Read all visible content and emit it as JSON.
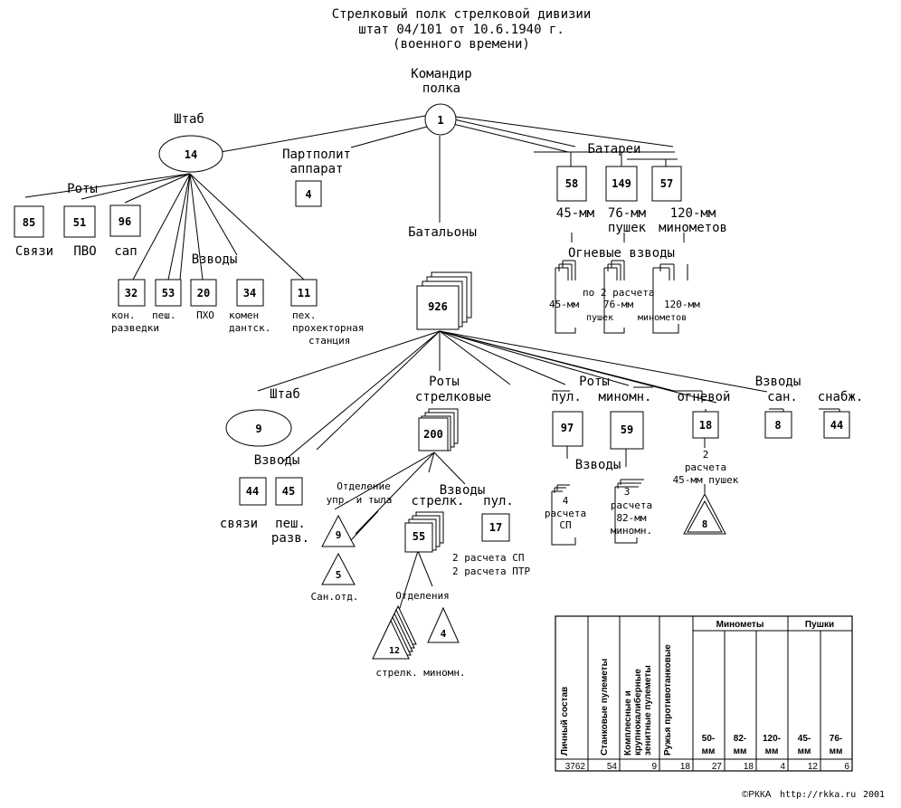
{
  "title": [
    "Стрелковый полк стрелковой дивизии",
    "штат 04/101 от 10.6.1940 г.",
    "(военного времени)"
  ],
  "commander": {
    "label": [
      "Командир",
      "полка"
    ],
    "count": "1"
  },
  "hq": {
    "label": "Штаб",
    "count": "14"
  },
  "party": {
    "label": [
      "Партполит",
      "аппарат"
    ],
    "count": "4"
  },
  "batteries": {
    "label": "Батареи",
    "items": [
      {
        "count": "58",
        "label": "45-мм"
      },
      {
        "count": "149",
        "label": "76-мм"
      },
      {
        "count": "57",
        "label": "120-мм"
      }
    ],
    "sub_guns": "пушек",
    "sub_mortars": "минометов",
    "fire_platoons": "Огневые взводы",
    "fp_a": "45-мм",
    "fp_b": "по 2 расчета",
    "fp_c": "76-мм",
    "fp_d": "120-мм",
    "fp_guns": "пушек",
    "fp_mortars": "минометов"
  },
  "hq_companies": {
    "label": "Роты",
    "items": [
      {
        "count": "85",
        "label": "Связи"
      },
      {
        "count": "51",
        "label": "ПВО"
      },
      {
        "count": "96",
        "label": "сап"
      }
    ]
  },
  "hq_platoons": {
    "label": "Взводы",
    "items": [
      {
        "count": "32",
        "label": [
          "кон.",
          "разведки"
        ]
      },
      {
        "count": "53",
        "label": [
          "пеш."
        ]
      },
      {
        "count": "20",
        "label": [
          "ПХО"
        ]
      },
      {
        "count": "34",
        "label": [
          "комен",
          "дантск."
        ]
      },
      {
        "count": "11",
        "label": [
          "пех.",
          "прохекторная",
          "станция"
        ]
      }
    ]
  },
  "battalions": {
    "label": "Батальоны",
    "count": "926"
  },
  "bn_hq": {
    "label": "Штаб",
    "count": "9"
  },
  "bn_platoons": {
    "label": "Взводы",
    "items": [
      {
        "count": "44",
        "label": [
          "связи"
        ]
      },
      {
        "count": "45",
        "label": [
          "пеш.",
          "разв."
        ]
      }
    ]
  },
  "rifle_companies": {
    "label": [
      "Роты",
      "стрелковые"
    ],
    "count": "200"
  },
  "rc_section": {
    "label": [
      "Отделение",
      "упр. и тыла"
    ],
    "count": "9"
  },
  "rc_medical": {
    "label": "Сан.отд.",
    "count": "5"
  },
  "rc_platoons": {
    "label": "Взводы",
    "rifle_label": "стрелк.",
    "mg_label": "пул.",
    "rifle_count": "55",
    "mg_count": "17"
  },
  "rc_crews": [
    "2 расчета СП",
    "2 расчета ПТР"
  ],
  "squads": {
    "label": "Отделения",
    "rifle_count": "12",
    "mortar_count": "4",
    "bottom": "стрелк. миномн."
  },
  "bn_companies": {
    "label": "Роты",
    "mg_label": "пул.",
    "mortar_label": "миномн.",
    "mg_count": "97",
    "mortar_count": "59",
    "platoons": "Взводы",
    "mg_crews": [
      "4",
      "расчета",
      "СП"
    ],
    "mortar_crews": [
      "3",
      "расчета",
      "82-мм",
      "миномн."
    ]
  },
  "fire_platoon": {
    "label": "огневой",
    "count": "18",
    "crews": [
      "2",
      "расчета",
      "45-мм пушек"
    ],
    "sub_count": "8"
  },
  "platoons_right": {
    "label": "Взводы",
    "san_label": "сан.",
    "supply_label": "снабж.",
    "san_count": "8",
    "supply_count": "44"
  },
  "table": {
    "headers": [
      "Личный состав",
      "Станковые пулеметы",
      "Комплесные и крупнокалиберные зенитные пулеметы",
      "Ружья противотанковые"
    ],
    "group_mortars": "Минометы",
    "group_guns": "Пушки",
    "sub_headers": [
      "50-мм",
      "82-мм",
      "120-мм",
      "45-мм",
      "76-мм"
    ],
    "values": [
      "3762",
      "54",
      "9",
      "18",
      "27",
      "18",
      "4",
      "12",
      "6"
    ]
  },
  "footer": {
    "copy": "©РККА",
    "url": "http://rkka.ru",
    "year": "2001"
  }
}
